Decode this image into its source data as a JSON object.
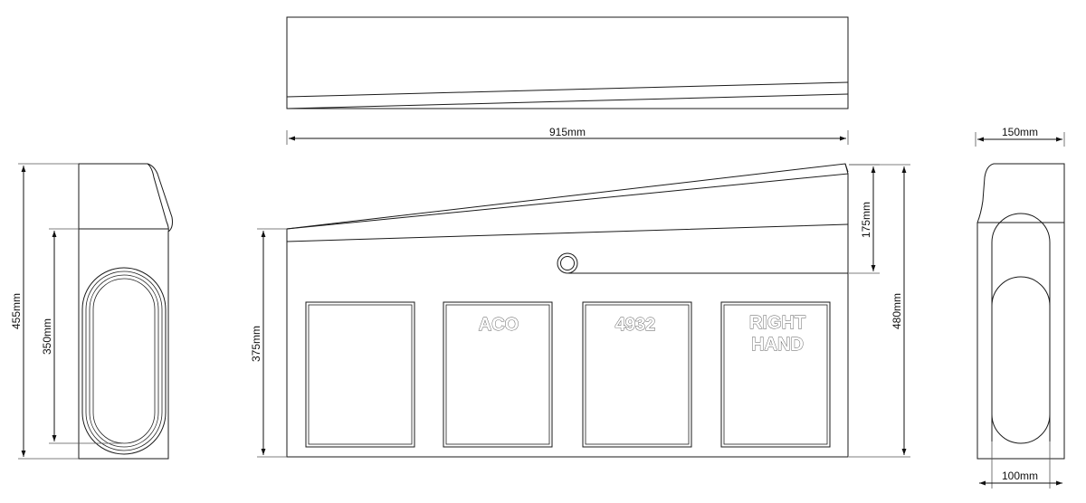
{
  "dimensions": {
    "width": "915mm",
    "end_depth": "150mm",
    "end_inner": "100mm",
    "height_total": "480mm",
    "height_front": "375mm",
    "slope_drop": "175mm",
    "side_height": "455mm",
    "side_inner": "350mm"
  },
  "panels": [
    {
      "lines": [
        "",
        ""
      ]
    },
    {
      "lines": [
        "ACO",
        ""
      ]
    },
    {
      "lines": [
        "4932",
        ""
      ]
    },
    {
      "lines": [
        "RIGHT",
        "HAND"
      ]
    }
  ]
}
